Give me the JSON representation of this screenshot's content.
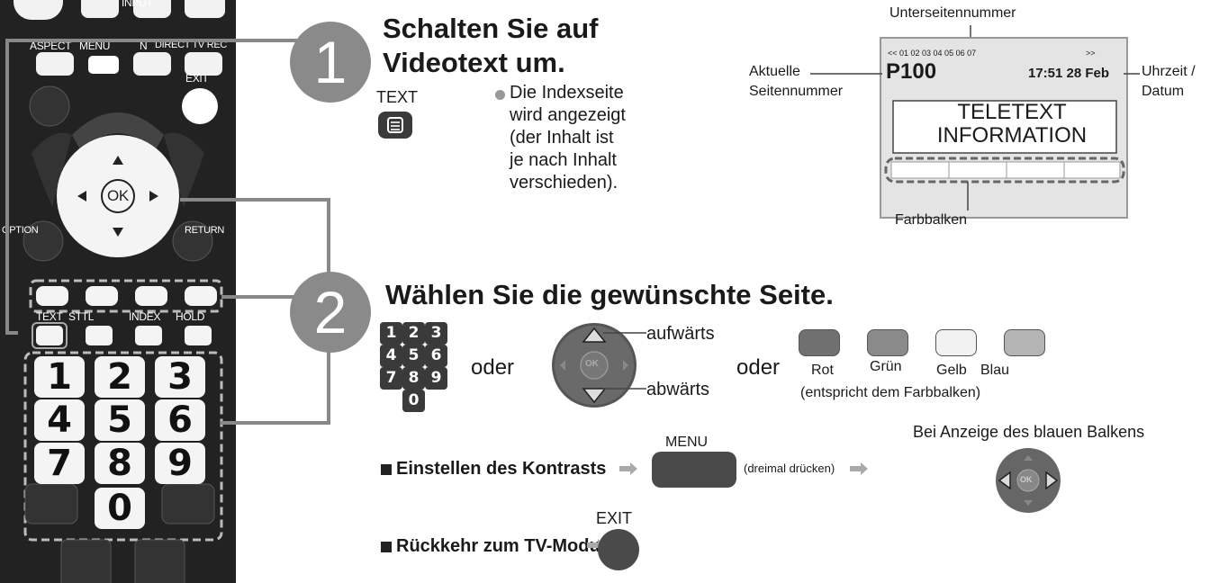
{
  "remote": {
    "labels": {
      "input": "INPUT",
      "aspect": "ASPECT",
      "menu": "MENU",
      "n": "N",
      "direct_tv_rec": "DIRECT TV REC",
      "exit": "EXIT",
      "ok": "OK",
      "option": "OPTION",
      "return": "RETURN",
      "text": "TEXT",
      "sttl": "STTL",
      "index": "INDEX",
      "hold": "HOLD"
    },
    "number_keys": [
      "1",
      "2",
      "3",
      "4",
      "5",
      "6",
      "7",
      "8",
      "9",
      "0"
    ]
  },
  "step1": {
    "number": "1",
    "title_line1": "Schalten Sie auf",
    "title_line2": "Videotext um.",
    "button_label": "TEXT",
    "bullet_lines": [
      "Die Indexseite",
      "wird angezeigt",
      "(der Inhalt ist",
      "je nach Inhalt",
      "verschieden)."
    ]
  },
  "teletext": {
    "subpage_label": "Unterseitennummer",
    "subpage_numbers": "<< 01 02 03 04 05 06 07",
    "subpage_more": ">>",
    "page_number": "P100",
    "time_date": "17:51 28 Feb",
    "current_label_line1": "Aktuelle",
    "current_label_line2": "Seitennummer",
    "time_label_line1": "Uhrzeit /",
    "time_label_line2": "Datum",
    "content_line1": "TELETEXT",
    "content_line2": "INFORMATION",
    "colorbar_label": "Farbbalken"
  },
  "step2": {
    "number": "2",
    "title": "Wählen Sie die gewünschte Seite.",
    "numpad": [
      "1",
      "2",
      "3",
      "4",
      "5",
      "6",
      "7",
      "8",
      "9",
      "0"
    ],
    "or1": "oder",
    "or2": "oder",
    "up_label": "aufwärts",
    "down_label": "abwärts",
    "ok_label": "OK",
    "colors": [
      {
        "name": "Rot",
        "hex": "#707070"
      },
      {
        "name": "Grün",
        "hex": "#8a8a8a"
      },
      {
        "name": "Gelb",
        "hex": "#f2f2f2"
      },
      {
        "name": "Blau",
        "hex": "#b4b4b4"
      }
    ],
    "color_note": "(entspricht dem Farbbalken)"
  },
  "contrast": {
    "label": "Einstellen des Kontrasts",
    "menu_label": "MENU",
    "press_note": "(dreimal drücken)",
    "blue_bar_note": "Bei Anzeige des blauen Balkens",
    "ok_label": "OK"
  },
  "return_tv": {
    "label": "Rückkehr zum TV-Modus",
    "exit_label": "EXIT"
  }
}
